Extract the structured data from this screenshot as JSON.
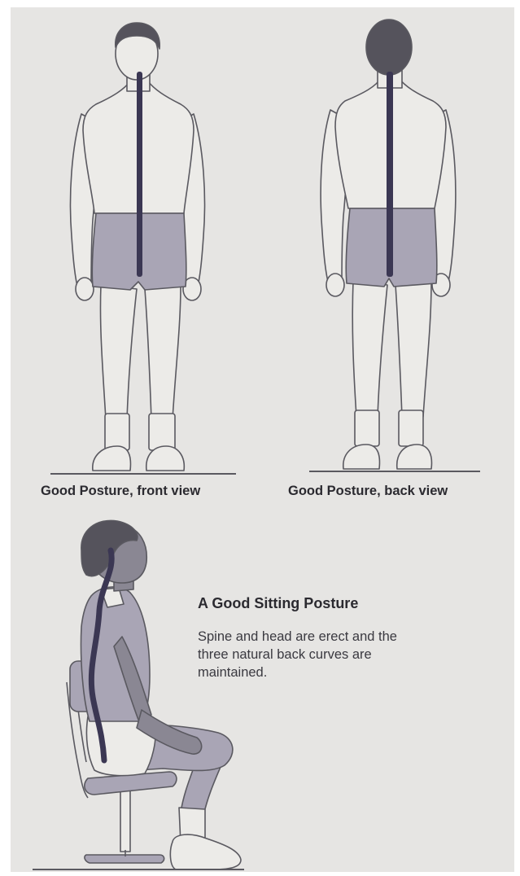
{
  "captions": {
    "front": "Good Posture, front view",
    "back": "Good Posture, back view"
  },
  "sitting": {
    "title": "A Good Sitting Posture",
    "description_lines": [
      "Spine and head are erect and the",
      "three natural back curves are",
      "maintained."
    ]
  },
  "colors": {
    "background": "#e6e5e3",
    "spine": "#3b3753",
    "shorts": "#a9a5b5",
    "hair": "#55535c",
    "skin": "#ecebe8",
    "outline": "#5a5960"
  }
}
